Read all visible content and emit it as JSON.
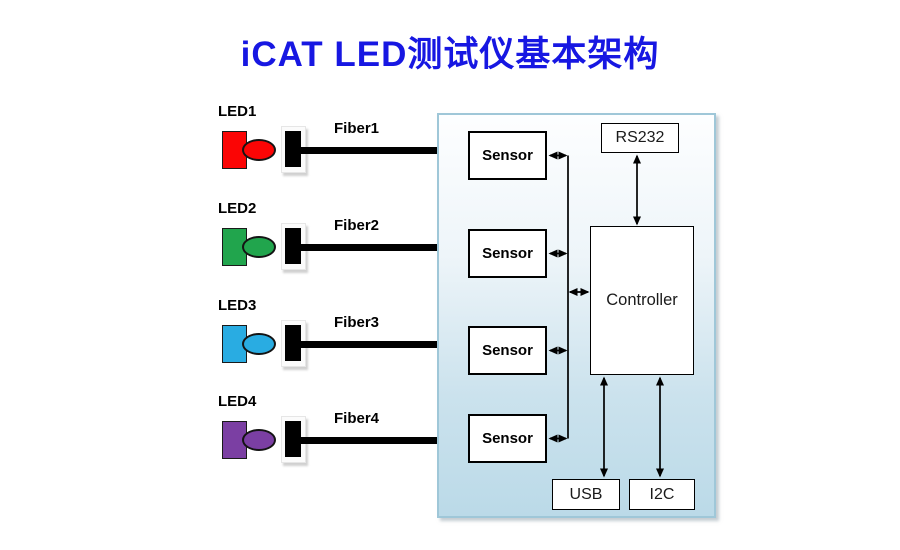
{
  "title": "iCAT LED测试仪基本架构",
  "title_color": "#1717E2",
  "leds": [
    {
      "label": "LED1",
      "fiber_label": "Fiber1",
      "color": "#FB0505"
    },
    {
      "label": "LED2",
      "fiber_label": "Fiber2",
      "color": "#21A54D"
    },
    {
      "label": "LED3",
      "fiber_label": "Fiber3",
      "color": "#29ACE2"
    },
    {
      "label": "LED4",
      "fiber_label": "Fiber4",
      "color": "#7B3FA3"
    }
  ],
  "main_unit": {
    "background_top": "#FDFEFF",
    "background_bottom": "#BBDAE8",
    "border_color": "#9FC7D8",
    "sensors": [
      {
        "label": "Sensor"
      },
      {
        "label": "Sensor"
      },
      {
        "label": "Sensor"
      },
      {
        "label": "Sensor"
      }
    ],
    "controller": {
      "label": "Controller"
    },
    "ports": [
      {
        "id": "rs232",
        "label": "RS232"
      },
      {
        "id": "usb",
        "label": "USB"
      },
      {
        "id": "i2c",
        "label": "I2C"
      }
    ]
  }
}
